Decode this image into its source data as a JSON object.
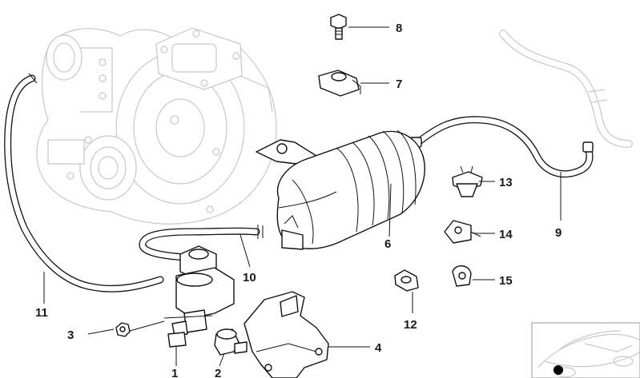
{
  "callouts": [
    {
      "id": "1",
      "label": "1"
    },
    {
      "id": "2",
      "label": "2"
    },
    {
      "id": "3",
      "label": "3"
    },
    {
      "id": "4",
      "label": "4"
    },
    {
      "id": "6",
      "label": "6"
    },
    {
      "id": "7",
      "label": "7"
    },
    {
      "id": "8",
      "label": "8"
    },
    {
      "id": "9",
      "label": "9"
    },
    {
      "id": "10",
      "label": "10"
    },
    {
      "id": "11",
      "label": "11"
    },
    {
      "id": "12",
      "label": "12"
    },
    {
      "id": "13",
      "label": "13"
    },
    {
      "id": "14",
      "label": "14"
    },
    {
      "id": "15",
      "label": "15"
    }
  ],
  "inset_marker_color": "#000000",
  "line_color": "#111111",
  "ghost_color": "#c8c8c8"
}
